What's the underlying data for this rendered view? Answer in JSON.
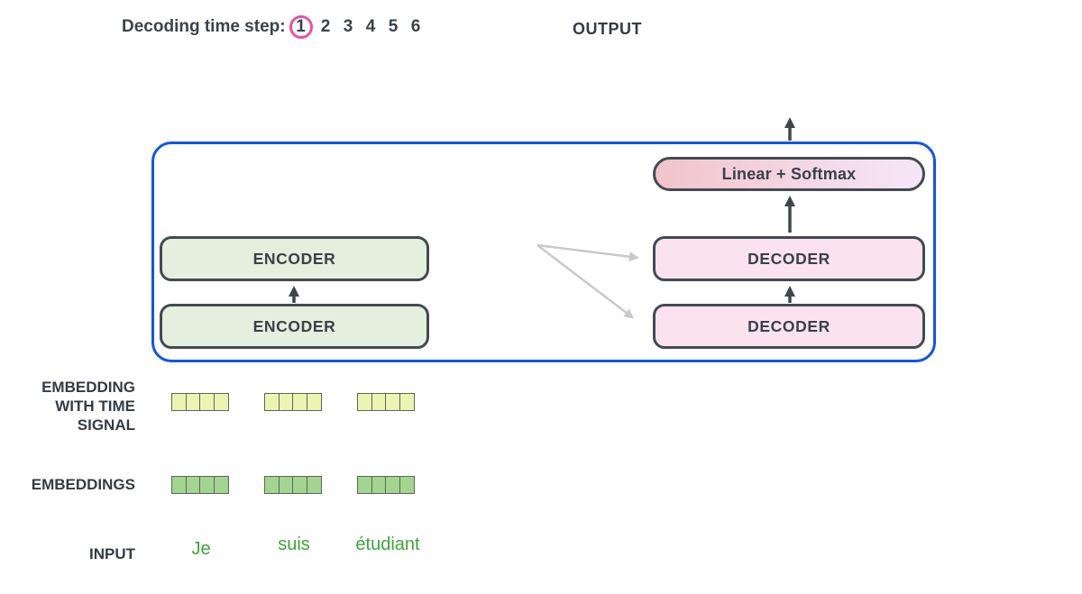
{
  "title_row": {
    "label": "Decoding time step:",
    "steps": [
      "1",
      "2",
      "3",
      "4",
      "5",
      "6"
    ],
    "active_step": "1"
  },
  "output_label": "OUTPUT",
  "transformer": {
    "encoder_top": "ENCODER",
    "encoder_bottom": "ENCODER",
    "decoder_top": "DECODER",
    "decoder_bottom": "DECODER",
    "linear_softmax": "Linear + Softmax"
  },
  "left_labels": {
    "embedding_time_lines": [
      "EMBEDDING",
      "WITH TIME",
      "SIGNAL"
    ],
    "embeddings": "EMBEDDINGS",
    "input": "INPUT"
  },
  "input_tokens": [
    "Je",
    "suis",
    "étudiant"
  ],
  "vectors": {
    "count": 3,
    "cells_per_vector": 4
  },
  "colors": {
    "boundary_blue": "#1155ec",
    "step_circle_pink": "#e8539f",
    "encoder_fill": "#e4f0dd",
    "decoder_fill": "#fae3ef",
    "softmax_gradient_left": "#f2c3cb",
    "softmax_gradient_right": "#f5e7f8",
    "time_signal_cell_fill": "#ecf4b2",
    "embedding_cell_fill": "#a2d58d",
    "token_green": "#3ea438",
    "arrow_dark": "#3f464b",
    "arrow_gray": "#c9c9c9",
    "text_dark": "#3a4148"
  }
}
